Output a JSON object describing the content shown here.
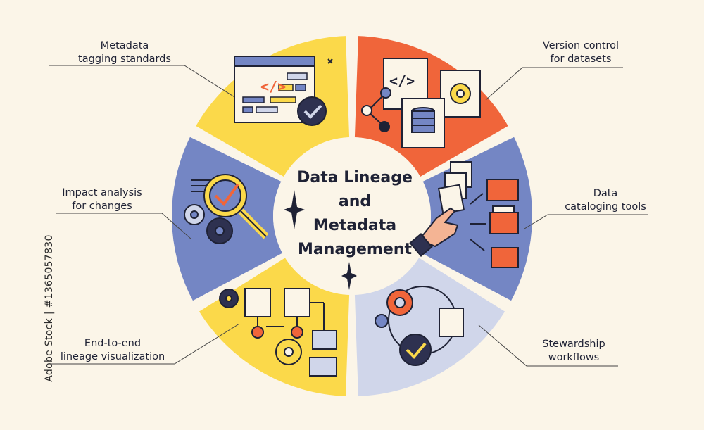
{
  "title": {
    "lines": [
      "Data Lineage",
      "and",
      "Metadata",
      "Management"
    ]
  },
  "segments": [
    {
      "id": "metadata-tagging",
      "label_lines": [
        "Metadata",
        "tagging standards"
      ],
      "color": "#fbd94a"
    },
    {
      "id": "version-control",
      "label_lines": [
        "Version control",
        "for datasets"
      ],
      "color": "#f0653a"
    },
    {
      "id": "data-cataloging",
      "label_lines": [
        "Data",
        "cataloging tools"
      ],
      "color": "#7486c4"
    },
    {
      "id": "stewardship",
      "label_lines": [
        "Stewardship",
        "workflows"
      ],
      "color": "#d0d6ea"
    },
    {
      "id": "end-to-end-lineage",
      "label_lines": [
        "End-to-end",
        "lineage visualization"
      ],
      "color": "#fbd94a"
    },
    {
      "id": "impact-analysis",
      "label_lines": [
        "Impact analysis",
        "for changes"
      ],
      "color": "#7486c4"
    }
  ],
  "code_glyph": "</>",
  "watermark": "Adobe Stock | #1365057830",
  "colors": {
    "background": "#fbf5e8",
    "ink": "#1f2235",
    "yellow": "#fbd94a",
    "orange": "#f0653a",
    "blue": "#7486c4",
    "light_blue": "#d0d6ea"
  }
}
